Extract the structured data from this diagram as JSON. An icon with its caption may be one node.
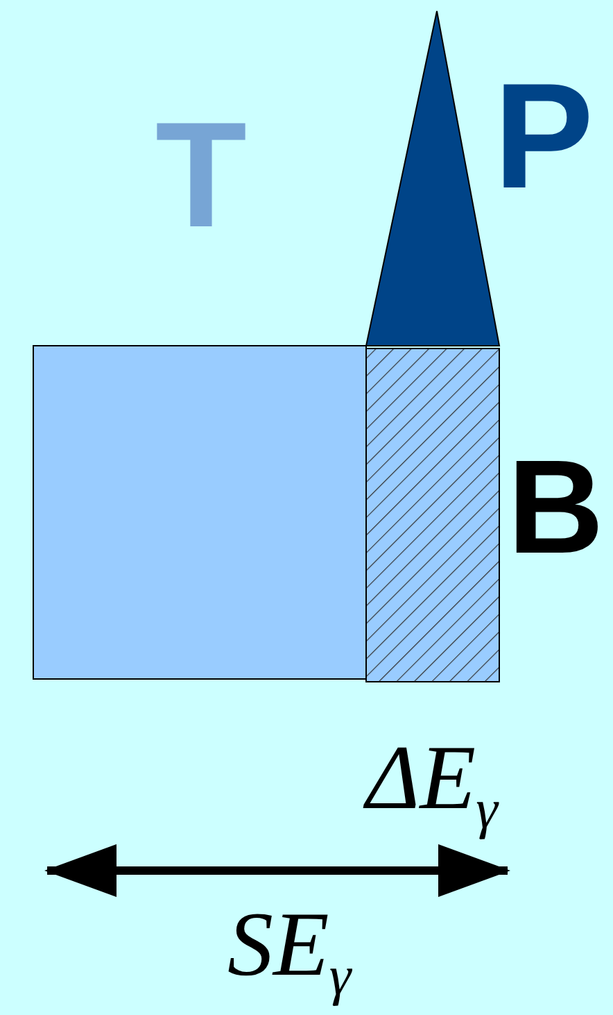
{
  "diagram": {
    "labels": [
      "T",
      "P",
      "B",
      "ΔE$_{γ}$",
      "SE$_{γ}$"
    ]
  }
}
